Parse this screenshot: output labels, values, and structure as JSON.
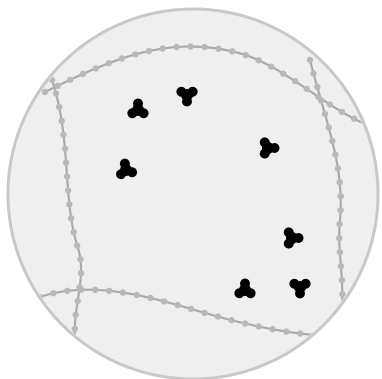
{
  "colors": {
    "background": "#ffffff",
    "disc_fill": "#efefef",
    "disc_border": "#c8c8c8",
    "boundary_line": "#aaaaaa",
    "boundary_dot": "#b9b9b9",
    "marker": "#000000"
  },
  "shapes": {
    "disc": "circle",
    "boundary": "dotted-wavy-line",
    "marker": "three-lobed-trefoil"
  },
  "boundary_count": 4,
  "marker_count": 7
}
